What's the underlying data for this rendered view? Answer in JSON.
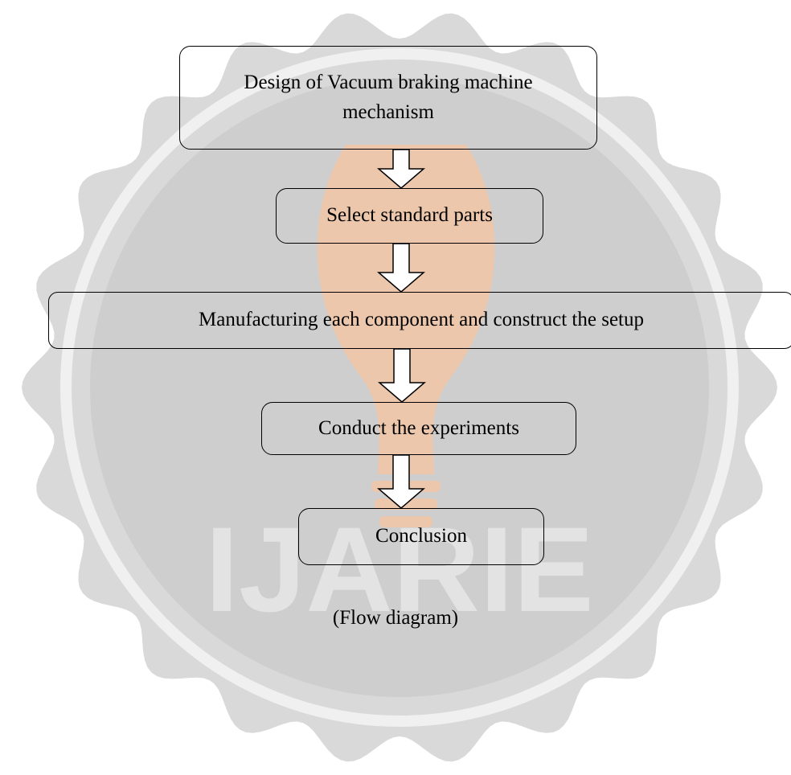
{
  "diagram": {
    "nodes": [
      {
        "id": "n1",
        "label": "Design of Vacuum braking  machine mechanism",
        "lines": [
          "Design of Vacuum braking  machine",
          "mechanism"
        ]
      },
      {
        "id": "n2",
        "label": "Select standard parts"
      },
      {
        "id": "n3",
        "label": "Manufacturing each component and construct the setup"
      },
      {
        "id": "n4",
        "label": "Conduct the experiments"
      },
      {
        "id": "n5",
        "label": "Conclusion"
      }
    ],
    "edges": [
      {
        "from": "n1",
        "to": "n2"
      },
      {
        "from": "n2",
        "to": "n3"
      },
      {
        "from": "n3",
        "to": "n4"
      },
      {
        "from": "n4",
        "to": "n5"
      }
    ],
    "caption": "(Flow diagram)"
  },
  "watermark": {
    "text": "IJARIE",
    "colors": {
      "seal": "#d9d9d9",
      "seal_inner": "#c4c4c4",
      "bulb": "#f4c6a4",
      "text": "#e3e3e3"
    }
  }
}
